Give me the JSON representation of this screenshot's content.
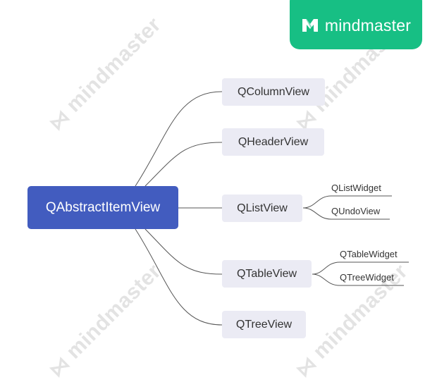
{
  "brand": {
    "name": "mindmaster",
    "color": "#17bf84",
    "logo_icon": "mindmaster-logo-icon"
  },
  "watermark": {
    "text": "mindmaster",
    "color": "#e3e3e3"
  },
  "mindmap": {
    "root": {
      "label": "QAbstractItemView",
      "color": "#425cbf"
    },
    "children": [
      {
        "label": "QColumnView",
        "children": []
      },
      {
        "label": "QHeaderView",
        "children": []
      },
      {
        "label": "QListView",
        "children": [
          {
            "label": "QListWidget"
          },
          {
            "label": "QUndoView"
          }
        ]
      },
      {
        "label": "QTableView",
        "children": [
          {
            "label": "QTableWidget"
          },
          {
            "label": "QTreeWidget"
          }
        ]
      },
      {
        "label": "QTreeView",
        "children": []
      }
    ],
    "node_color": "#ebebf4",
    "line_color": "#555555"
  }
}
